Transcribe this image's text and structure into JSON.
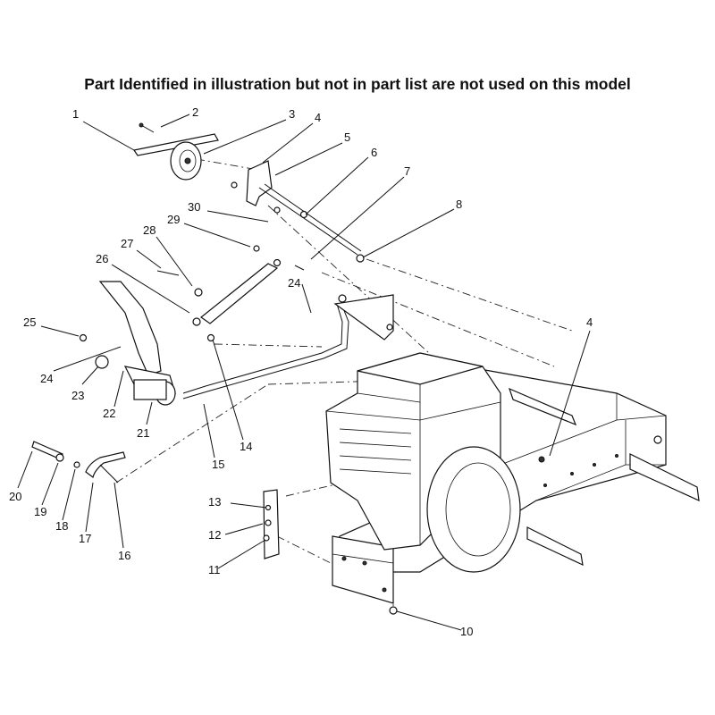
{
  "header": {
    "notice": "Part Identified in illustration but not in part list are not used on this model"
  },
  "callouts": [
    {
      "id": "c1",
      "label": "1"
    },
    {
      "id": "c2",
      "label": "2"
    },
    {
      "id": "c3",
      "label": "3"
    },
    {
      "id": "c4a",
      "label": "4"
    },
    {
      "id": "c5",
      "label": "5"
    },
    {
      "id": "c6",
      "label": "6"
    },
    {
      "id": "c7",
      "label": "7"
    },
    {
      "id": "c8",
      "label": "8"
    },
    {
      "id": "c30",
      "label": "30"
    },
    {
      "id": "c29",
      "label": "29"
    },
    {
      "id": "c28",
      "label": "28"
    },
    {
      "id": "c27",
      "label": "27"
    },
    {
      "id": "c26",
      "label": "26"
    },
    {
      "id": "c24a",
      "label": "24"
    },
    {
      "id": "c25",
      "label": "25"
    },
    {
      "id": "c24b",
      "label": "24"
    },
    {
      "id": "c23",
      "label": "23"
    },
    {
      "id": "c22",
      "label": "22"
    },
    {
      "id": "c21",
      "label": "21"
    },
    {
      "id": "c15",
      "label": "15"
    },
    {
      "id": "c14",
      "label": "14"
    },
    {
      "id": "c4b",
      "label": "4"
    },
    {
      "id": "c20",
      "label": "20"
    },
    {
      "id": "c19",
      "label": "19"
    },
    {
      "id": "c18",
      "label": "18"
    },
    {
      "id": "c17",
      "label": "17"
    },
    {
      "id": "c16",
      "label": "16"
    },
    {
      "id": "c13",
      "label": "13"
    },
    {
      "id": "c12",
      "label": "12"
    },
    {
      "id": "c11",
      "label": "11"
    },
    {
      "id": "c10",
      "label": "10"
    }
  ]
}
